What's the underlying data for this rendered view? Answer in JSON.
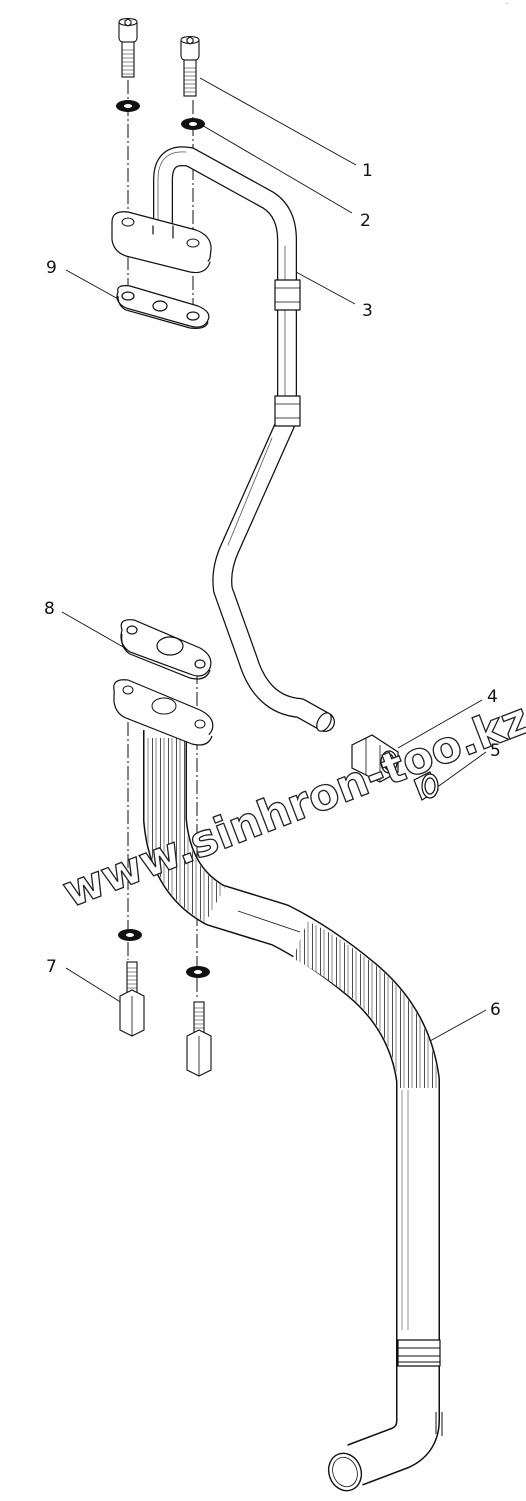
{
  "watermark": "www.sinhron-too.kz",
  "corner_mark": "ᵃᵃ",
  "callouts": [
    {
      "label": "1",
      "part": "bolt"
    },
    {
      "label": "2",
      "part": "washer"
    },
    {
      "label": "3",
      "part": "oil-feed-pipe"
    },
    {
      "label": "4",
      "part": "union-nut"
    },
    {
      "label": "5",
      "part": "sleeve"
    },
    {
      "label": "6",
      "part": "oil-drain-hose"
    },
    {
      "label": "7",
      "part": "stud"
    },
    {
      "label": "8",
      "part": "gasket"
    },
    {
      "label": "9",
      "part": "gasket"
    }
  ]
}
